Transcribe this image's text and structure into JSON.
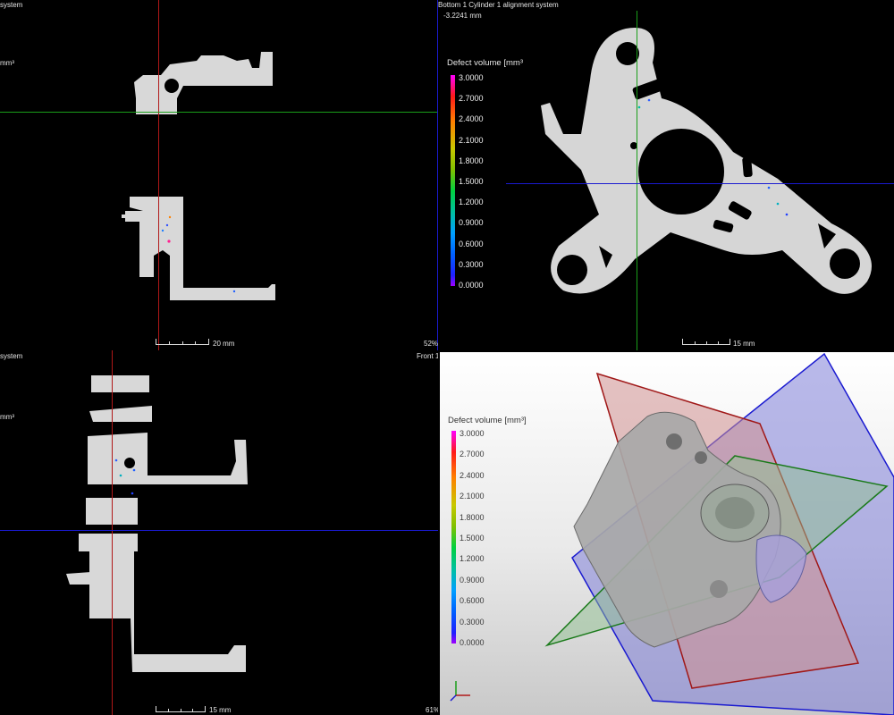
{
  "views": {
    "top_left": {
      "title": "system",
      "unit_label": "mm³",
      "scale_text": "20 mm",
      "zoom_text": "52%"
    },
    "top_right": {
      "title": "Bottom 1 Cylinder 1 alignment system",
      "depth_text": "-3.2241 mm",
      "scale_text": "15 mm"
    },
    "bottom_left": {
      "title": "system",
      "unit_label": "mm³",
      "scale_text": "15 mm",
      "zoom_text": "61%"
    },
    "bottom_right": {
      "title": "Front 1"
    }
  },
  "legend": {
    "title": "Defect volume [mm³",
    "ticks": [
      "3.0000",
      "2.7000",
      "2.4000",
      "2.1000",
      "1.8000",
      "1.5000",
      "1.2000",
      "0.9000",
      "0.6000",
      "0.3000",
      "0.0000"
    ],
    "gradient_colors": [
      "#ff00ff",
      "#ff1a1a",
      "#ff8000",
      "#c8c800",
      "#80c000",
      "#00d040",
      "#00c0a0",
      "#00a0ff",
      "#0060ff",
      "#2020ff",
      "#a000ff"
    ]
  },
  "legend_3d": {
    "title": "Defect volume [mm³]",
    "ticks": [
      "3.0000",
      "2.7000",
      "2.4000",
      "2.1000",
      "1.8000",
      "1.5000",
      "1.2000",
      "0.9000",
      "0.6000",
      "0.3000",
      "0.0000"
    ]
  },
  "colors": {
    "crosshair_red": "#b01818",
    "crosshair_green": "#1a9e1a",
    "crosshair_blue": "#1a1ad0",
    "part_gray": "#d6d6d6"
  }
}
